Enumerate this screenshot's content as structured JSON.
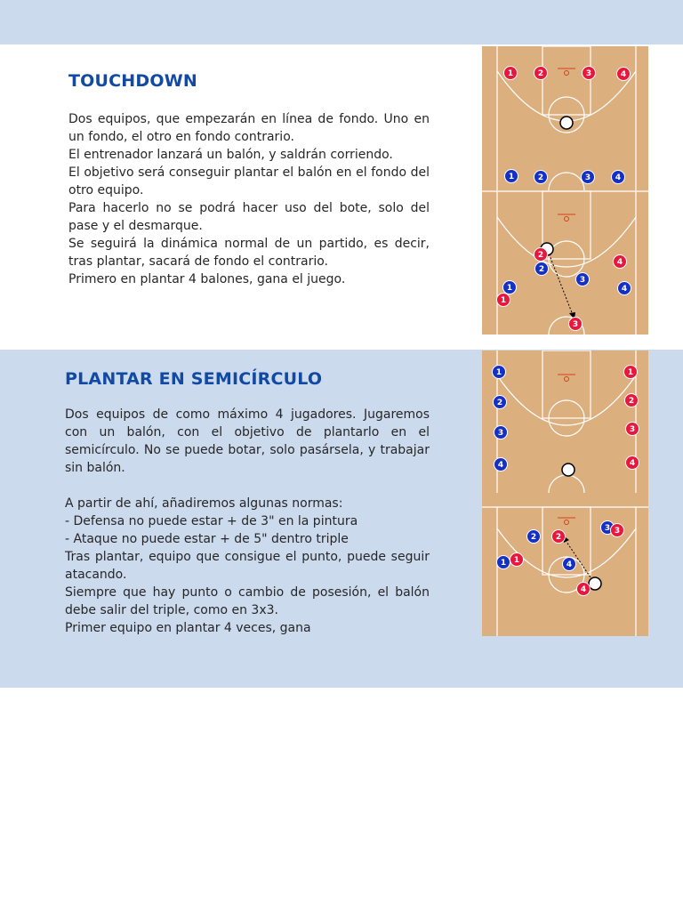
{
  "section1": {
    "title": "TOUCHDOWN",
    "paragraphs": [
      "Dos equipos, que empezarán en línea de fondo. Uno en un fondo, el otro en fondo contrario.",
      "El entrenador lanzará un balón, y saldrán corriendo.",
      "El objetivo será conseguir plantar el balón en el fondo del otro equipo.",
      "Para hacerlo no se podrá hacer uso del bote, solo del pase y el desmarque.",
      "Se seguirá la dinámica normal de un partido, es decir, tras plantar, sacará de fondo el contrario.",
      "Primero en plantar 4 balones, gana el juego."
    ],
    "diagram1_players": [
      "1",
      "2",
      "3",
      "4",
      "1",
      "2",
      "3",
      "4"
    ],
    "diagram2_players": [
      "2",
      "2",
      "4",
      "3",
      "1",
      "4",
      "1",
      "3"
    ]
  },
  "section2": {
    "title": "PLANTAR EN SEMICÍRCULO",
    "paragraphs": [
      "Dos equipos de como máximo 4 jugadores. Jugaremos con un balón, con el objetivo de plantarlo en el semicírculo. No se puede botar, solo pasársela, y trabajar sin balón.",
      "",
      "A partir de ahí, añadiremos algunas normas:",
      "- Defensa no puede estar + de 3\" en la pintura",
      "- Ataque no puede estar + de 5\" dentro triple",
      "Tras plantar, equipo que consigue el punto, puede seguir atacando.",
      "Siempre que hay punto o cambio de posesión, el balón debe salir del triple, como en 3x3.",
      "Primer equipo en plantar 4 veces, gana"
    ],
    "diagram1_players": [
      "1",
      "2",
      "3",
      "4",
      "1",
      "2",
      "3",
      "4"
    ],
    "diagram2_players": [
      "3",
      "3",
      "2",
      "2",
      "1",
      "1",
      "4",
      "4"
    ]
  },
  "colors": {
    "band": "#ccdaed",
    "title": "#1149a3",
    "text": "#262626",
    "court_wood": "#dcaf7f",
    "court_line": "#ffffff",
    "team_red": "#e8173e",
    "team_blue": "#1530c4",
    "hoop": "#d2421f"
  }
}
